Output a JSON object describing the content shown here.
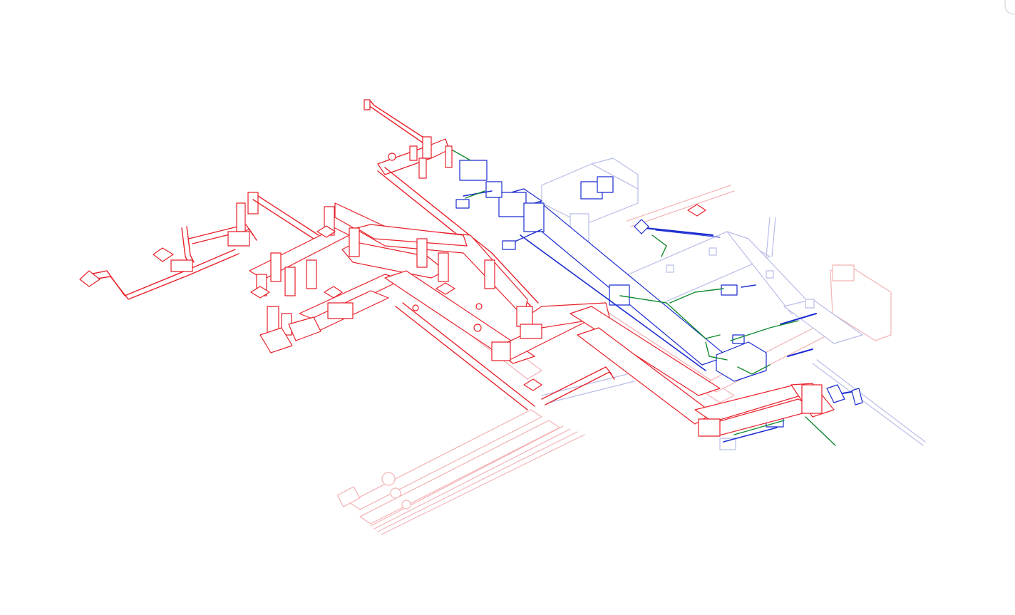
{
  "view": {
    "background": "#ffffff"
  },
  "systems": [
    {
      "key": "supply",
      "color": "#e8212a",
      "faded_color": "#f3b3b5"
    },
    {
      "key": "return",
      "color": "#1a2bd0",
      "faded_color": "#b8bde8"
    },
    {
      "key": "piping",
      "color": "#0f8a2e"
    }
  ]
}
